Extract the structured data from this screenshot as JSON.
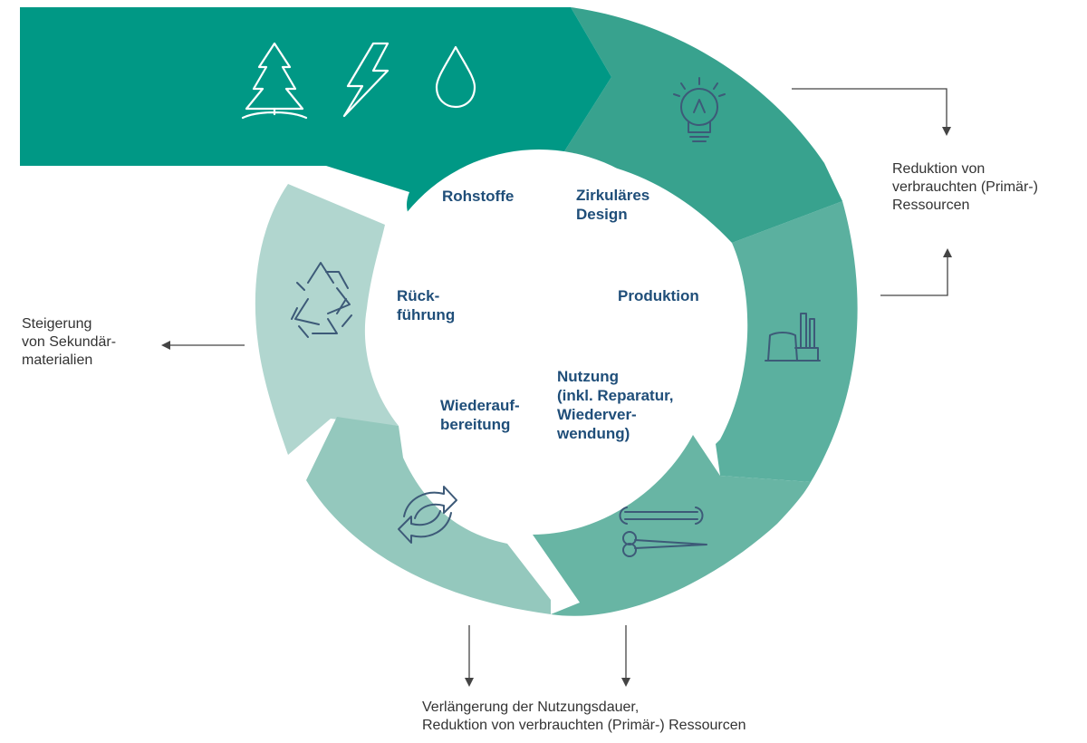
{
  "colors": {
    "top_band": "#009885",
    "design": "#38a28e",
    "production": "#5bb09f",
    "use": "#68b5a4",
    "reprocessing": "#94c8bd",
    "return": "#b1d6cf",
    "label_text": "#1f4e79",
    "icon_dark": "#3d5a78",
    "note_text": "#333333",
    "arrow": "#444444"
  },
  "stages": {
    "raw_materials": {
      "label": [
        "Rohstoffe"
      ],
      "icons": [
        "tree-icon",
        "lightning-icon",
        "water-drop-icon"
      ]
    },
    "circular_design": {
      "label": [
        "Zirkuläres",
        "Design"
      ],
      "icon": "lightbulb-icon"
    },
    "production": {
      "label": [
        "Produktion"
      ],
      "icon": "factory-icon"
    },
    "use": {
      "label": [
        "Nutzung",
        "(inkl. Reparatur,",
        "Wiederver-",
        "wendung)"
      ],
      "icon": "tools-icon"
    },
    "reprocessing": {
      "label": [
        "Wiederauf-",
        "bereitung"
      ],
      "icon": "refresh-arrows-icon"
    },
    "return": {
      "label": [
        "Rück-",
        "führung"
      ],
      "icon": "recycle-icon"
    }
  },
  "notes": {
    "right": [
      "Reduktion von",
      "verbrauchten (Primär-)",
      "Ressourcen"
    ],
    "left": [
      "Steigerung",
      "von Sekundär-",
      "materialien"
    ],
    "bottom": [
      "Verlängerung der Nutzungsdauer,",
      "Reduktion von verbrauchten (Primär-) Ressourcen"
    ]
  }
}
